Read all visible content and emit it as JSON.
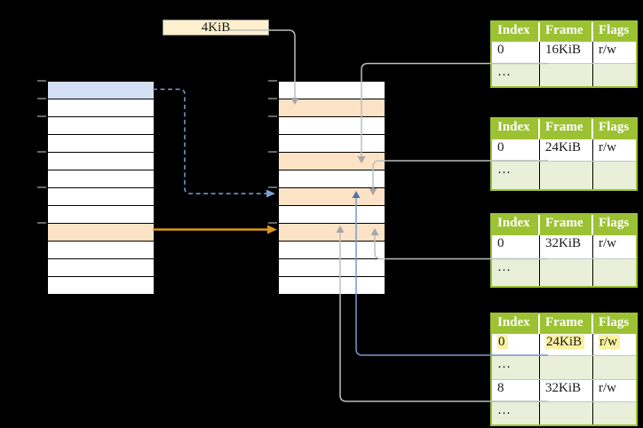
{
  "diagram_type": "paging-page-table-mapping",
  "page_size_box": {
    "label": "4KiB"
  },
  "left_memory_column": {
    "rows": 12,
    "blue_row_index": 0,
    "orange_row_index": 8,
    "tick_row_boundaries": [
      0,
      1,
      2,
      4,
      6,
      8
    ]
  },
  "middle_memory_column": {
    "rows": 12,
    "orange_row_indices": [
      1,
      4,
      6,
      8
    ],
    "tick_row_boundaries": [
      0,
      1,
      2,
      4,
      6,
      8
    ]
  },
  "frame_tables": [
    {
      "headers": [
        "Index",
        "Frame",
        "Flags"
      ],
      "rows": [
        {
          "index": "0",
          "frame": "16KiB",
          "flags": "r/w"
        },
        {
          "index": "…",
          "frame": "",
          "flags": ""
        }
      ]
    },
    {
      "headers": [
        "Index",
        "Frame",
        "Flags"
      ],
      "rows": [
        {
          "index": "0",
          "frame": "24KiB",
          "flags": "r/w"
        },
        {
          "index": "…",
          "frame": "",
          "flags": ""
        }
      ]
    },
    {
      "headers": [
        "Index",
        "Frame",
        "Flags"
      ],
      "rows": [
        {
          "index": "0",
          "frame": "32KiB",
          "flags": "r/w"
        },
        {
          "index": "…",
          "frame": "",
          "flags": ""
        }
      ]
    },
    {
      "headers": [
        "Index",
        "Frame",
        "Flags"
      ],
      "rows": [
        {
          "index": "0",
          "frame": "24KiB",
          "flags": "r/w",
          "highlighted": true
        },
        {
          "index": "…",
          "frame": "",
          "flags": ""
        },
        {
          "index": "8",
          "frame": "32KiB",
          "flags": "r/w"
        },
        {
          "index": "…",
          "frame": "",
          "flags": ""
        }
      ]
    }
  ],
  "colors": {
    "background": "#000000",
    "table_header_green": "#9cc234",
    "table_row_green": "#e9efd8",
    "orange_row": "#fce3c6",
    "blue_row": "#d4e1f4",
    "cream_box": "#fdf0cc",
    "yellow_highlight": "#faf1a0",
    "grey_arrow": "#bdbdbd",
    "grey_arrow_head": "#a6a6a6",
    "blue_arrow": "#7b99cc",
    "blue_arrow_head": "#5074a8",
    "dashed_blue_arrow": "#7da0d0",
    "orange_arrow": "#d9991f",
    "tick_grey": "#8a8a8a"
  }
}
